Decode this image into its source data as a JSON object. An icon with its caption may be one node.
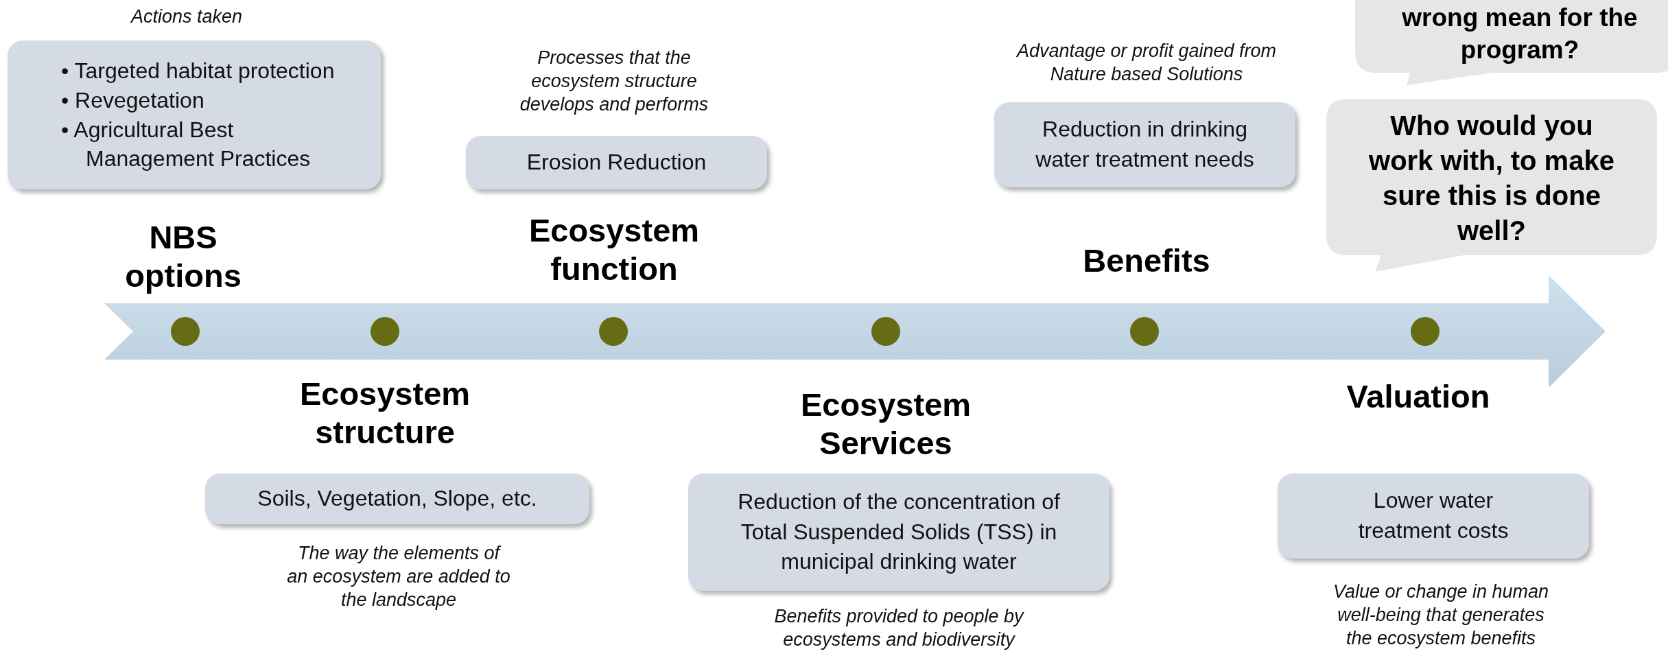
{
  "diagram": {
    "nodes": [
      {
        "text": [
          "• Targeted habitat protection",
          "• Revegetation",
          "• Agricultural Best Management Practices"
        ],
        "beside": [
          "Actions taken"
        ]
      },
      {
        "text": [
          "Erosion Reduction"
        ],
        "beside": [
          "Processes that the ecosystem structure develops and performs"
        ]
      },
      {
        "text": [
          "Reduction in drinking water treatment needs"
        ],
        "beside": [
          "Advantage or profit gained from Nature based Solutions"
        ]
      },
      {
        "text": [
          "wrong mean for the program?"
        ]
      },
      {
        "text": [
          "Who would you work with, to make sure this is done well?"
        ]
      },
      {
        "text": [
          "Soils, Vegetation, Slope, etc."
        ],
        "beside": [
          "The way the elements of an ecosystem are added to the landscape"
        ]
      },
      {
        "text": [
          "Reduction of the concentration of Total Suspended Solids (TSS) in municipal drinking water"
        ],
        "beside": [
          "Benefits provided to people by ecosystems and biodiversity"
        ]
      },
      {
        "text": [
          "Lower water treatment costs"
        ],
        "beside": [
          "Value or change in human well-being that generates the ecosystem benefits"
        ]
      }
    ],
    "labels": [
      "NBS options",
      "Ecosystem function",
      "Benefits",
      "Ecosystem structure",
      "Ecosystem Services",
      "Valuation"
    ]
  }
}
